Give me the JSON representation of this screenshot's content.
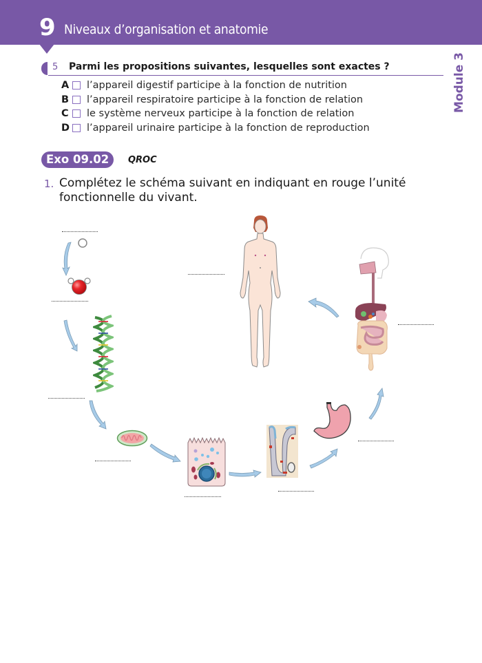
{
  "header": {
    "chapter_number": "9",
    "chapter_title": "Niveaux d’organisation et anatomie",
    "accent_color": "#7858a6"
  },
  "side_tab": {
    "label": "Module 3"
  },
  "question": {
    "number": "5",
    "text": "Parmi les propositions suivantes, lesquelles sont exactes ?",
    "options": [
      {
        "letter": "A",
        "text": "l’appareil digestif participe à la fonction de nutrition"
      },
      {
        "letter": "B",
        "text": "l’appareil respiratoire participe à la fonction de relation"
      },
      {
        "letter": "C",
        "text": "le système nerveux participe à la fonction de relation"
      },
      {
        "letter": "D",
        "text": "l’appareil urinaire participe à la fonction de reproduction"
      }
    ]
  },
  "exercise": {
    "badge": "Exo 09.02",
    "type": "QROC",
    "instruction_number": "1.",
    "instruction": "Complétez le schéma suivant en indiquant en rouge l’unité fonctionnelle du vivant."
  },
  "diagram": {
    "levels": [
      {
        "id": "atom",
        "icon": "atom-icon"
      },
      {
        "id": "molecule",
        "icon": "water-molecule-icon"
      },
      {
        "id": "macromolecule",
        "icon": "dna-helix-icon"
      },
      {
        "id": "organelle",
        "icon": "mitochondrion-icon"
      },
      {
        "id": "cell",
        "icon": "cell-icon"
      },
      {
        "id": "tissue",
        "icon": "tissue-icon"
      },
      {
        "id": "organ",
        "icon": "stomach-icon"
      },
      {
        "id": "system",
        "icon": "digestive-system-icon"
      },
      {
        "id": "organism",
        "icon": "human-body-icon"
      }
    ],
    "blank_placeholder": "………………"
  }
}
